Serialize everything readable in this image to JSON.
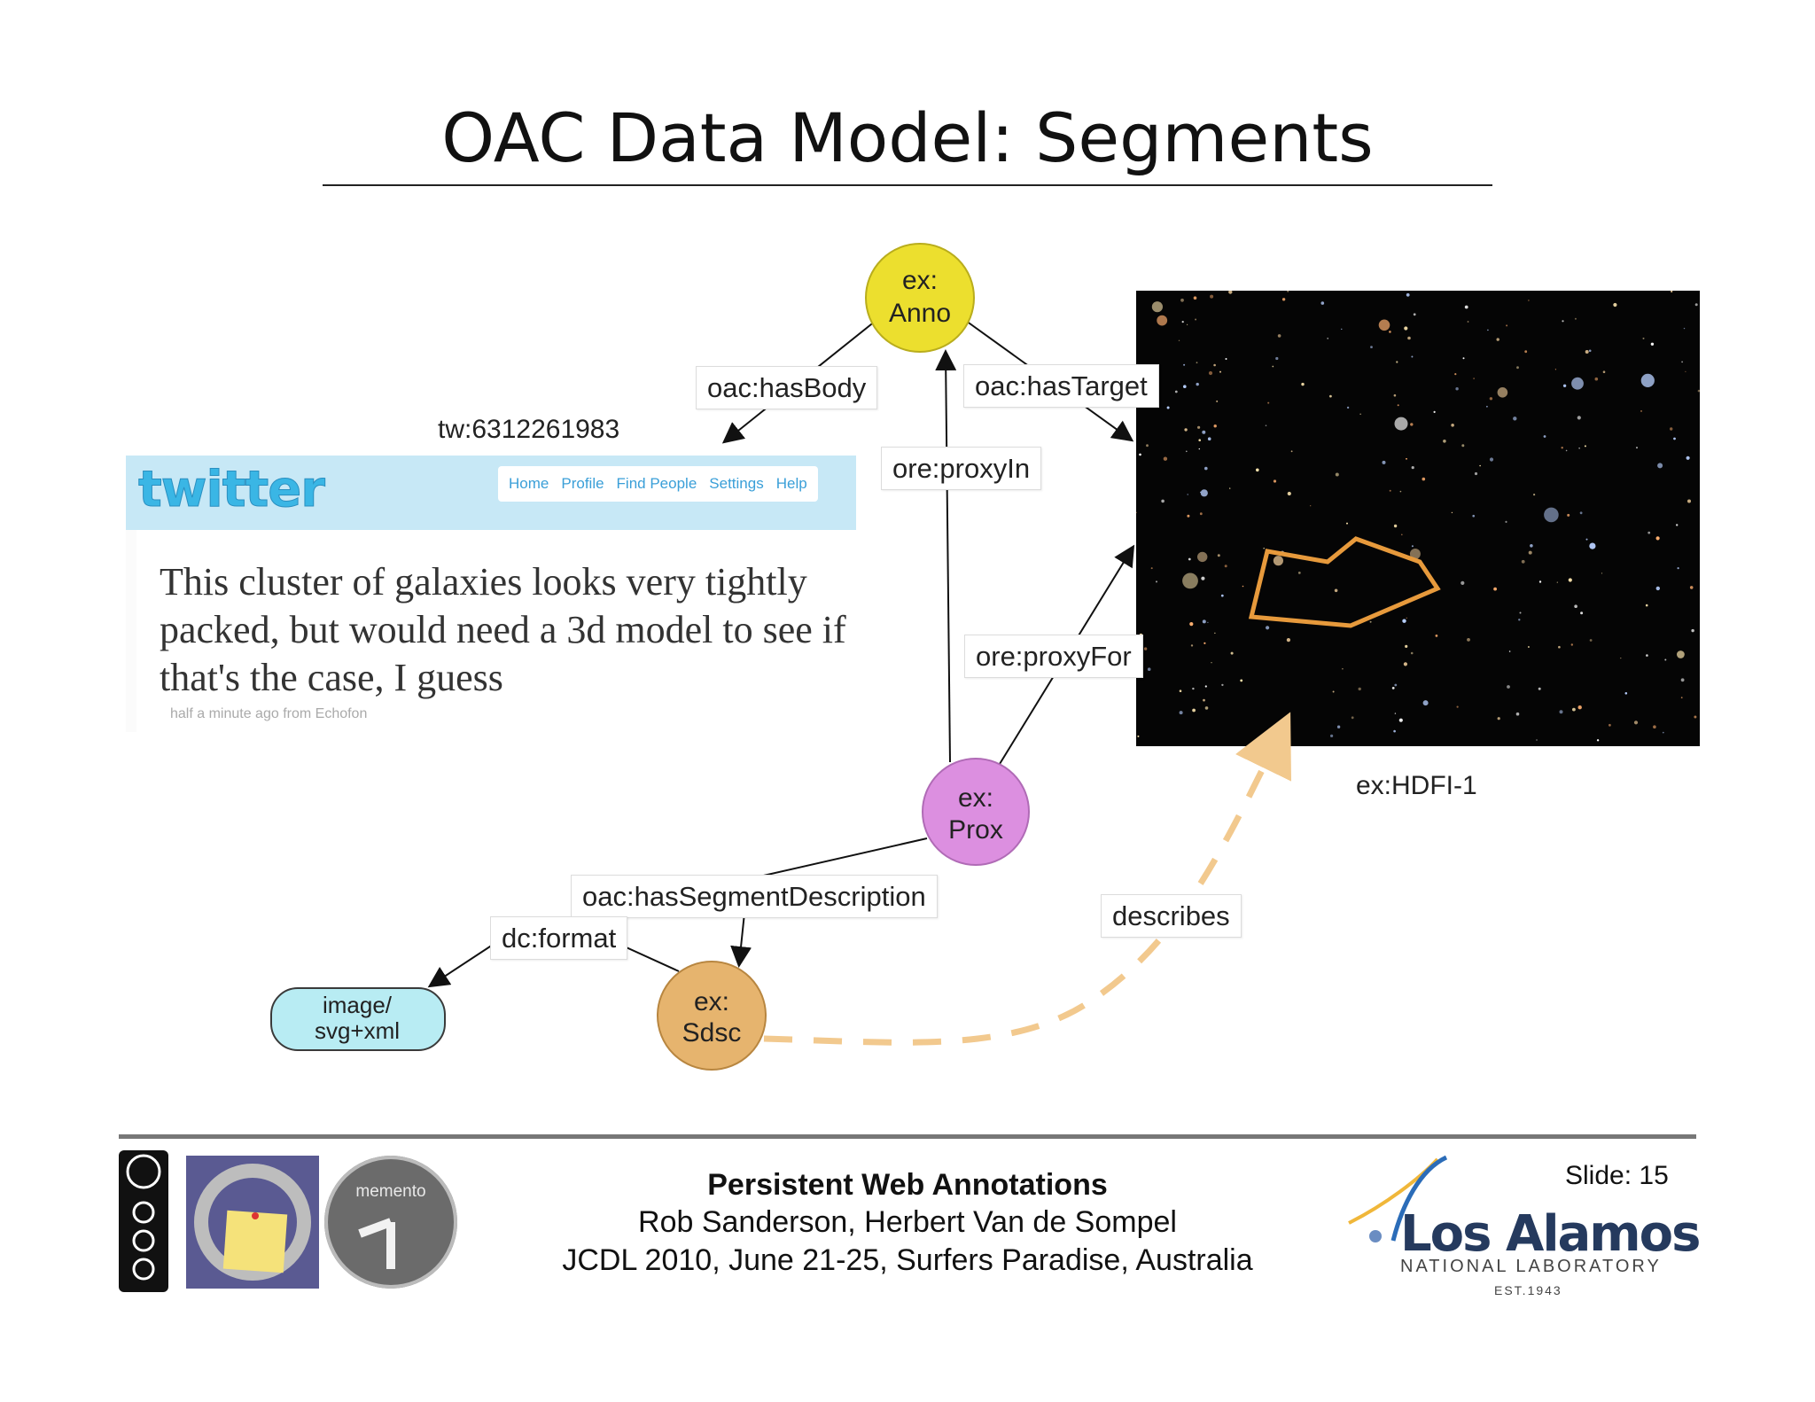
{
  "title": "OAC Data Model: Segments",
  "nodes": {
    "anno": [
      "ex:",
      "Anno"
    ],
    "prox": [
      "ex:",
      "Prox"
    ],
    "sdsc": [
      "ex:",
      "Sdsc"
    ],
    "format": [
      "image/",
      "svg+xml"
    ]
  },
  "edges": {
    "has_body": "oac:hasBody",
    "has_target": "oac:hasTarget",
    "proxy_in": "ore:proxyIn",
    "proxy_for": "ore:proxyFor",
    "has_segment_description": "oac:hasSegmentDescription",
    "dc_format": "dc:format",
    "describes": "describes"
  },
  "resources": {
    "tweet_id": "tw:6312261983",
    "image_id": "ex:HDFI-1"
  },
  "tweet": {
    "logo": "twitter",
    "nav": [
      "Home",
      "Profile",
      "Find People",
      "Settings",
      "Help"
    ],
    "text": "This cluster of galaxies looks very tightly packed, but would need a 3d model to see if that's the case, I guess",
    "meta": "half a minute ago from Echofon"
  },
  "footer": {
    "title": "Persistent Web Annotations",
    "authors": "Rob Sanderson, Herbert Van de Sompel",
    "venue": "JCDL 2010, June 21-25, Surfers Paradise, Australia",
    "slide": "Slide: 15",
    "memento": "memento",
    "lanl_name": "Los Alamos",
    "lanl_sub": "NATIONAL LABORATORY",
    "lanl_est": "EST.1943"
  },
  "colors": {
    "anno": "#ecdf2e",
    "prox": "#dc8fe0",
    "sdsc": "#e6b46e",
    "format": "#b8ecf3",
    "segment_outline": "#e79a3c"
  }
}
